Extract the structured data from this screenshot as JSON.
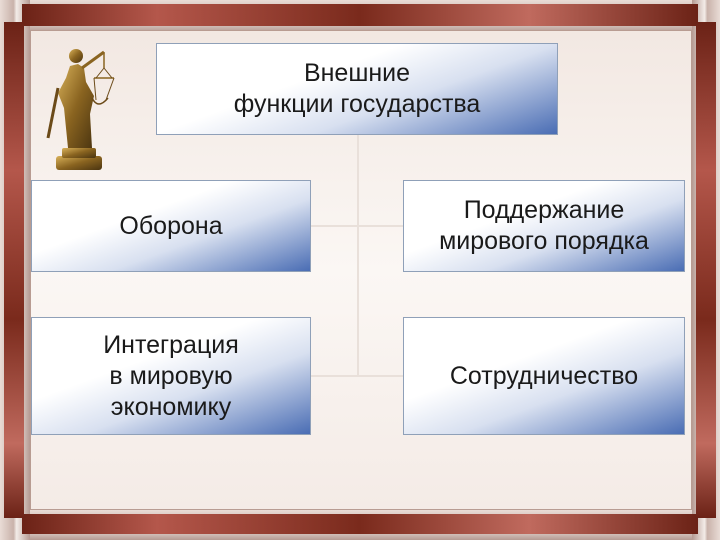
{
  "diagram": {
    "root": {
      "label": "Внешние\nфункции государства"
    },
    "children": [
      {
        "label": "Оборона"
      },
      {
        "label": "Поддержание\nмирового порядка"
      },
      {
        "label": "Интеграция\nв мировую\nэкономику"
      },
      {
        "label": "Сотрудничество"
      }
    ]
  },
  "decoration": {
    "statue_icon": "justice-statue-icon"
  },
  "colors": {
    "frame": "#7a2a1c",
    "box_accent": "#4a6db4",
    "background": "#fbf7f4"
  }
}
